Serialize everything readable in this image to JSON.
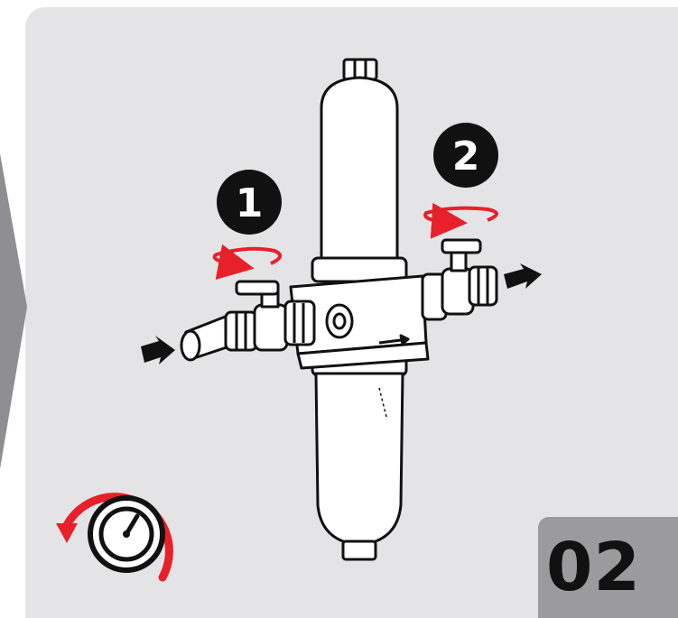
{
  "steps": [
    {
      "number": "1"
    },
    {
      "number": "2"
    }
  ],
  "page_badge": {
    "label": "02"
  },
  "colors": {
    "background": "#e4e4e6",
    "accent_red": "#e8202a",
    "outline": "#111111",
    "badge": "#9b9b9d",
    "tab": "#8f8f91"
  },
  "icons": [
    "pressure-gauge-icon",
    "rotate-counterclockwise-icon",
    "flow-arrow-icon"
  ]
}
